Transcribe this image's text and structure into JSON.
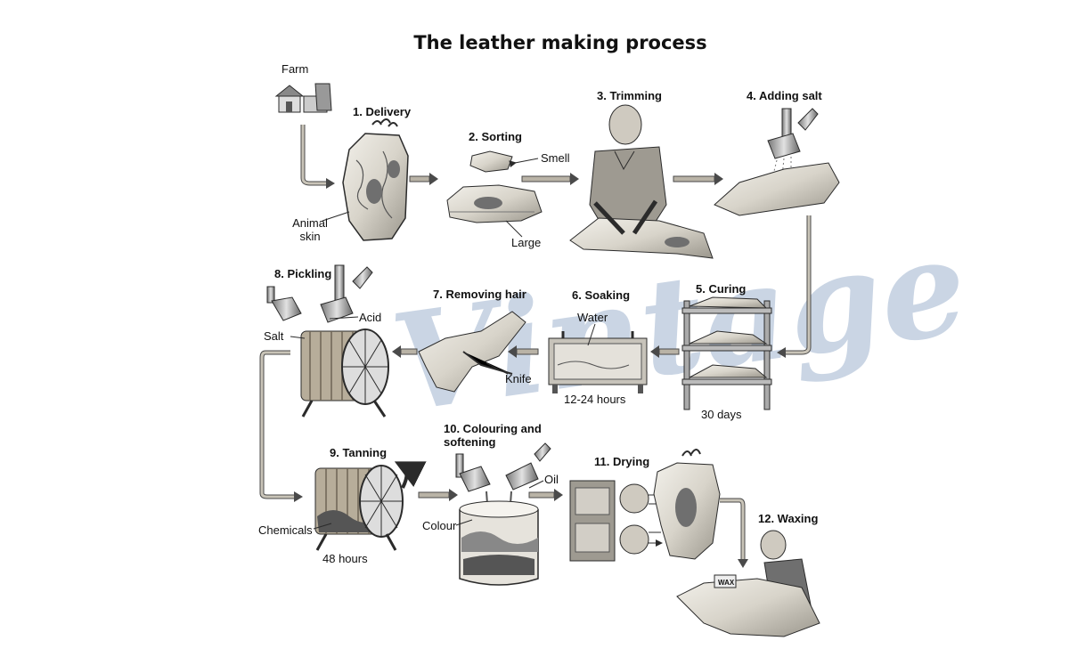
{
  "title": "The leather making process",
  "steps": [
    {
      "label": "1. Delivery"
    },
    {
      "label": "2. Sorting"
    },
    {
      "label": "3. Trimming"
    },
    {
      "label": "4. Adding salt"
    },
    {
      "label": "5. Curing"
    },
    {
      "label": "6. Soaking"
    },
    {
      "label": "7. Removing hair"
    },
    {
      "label": "8. Pickling"
    },
    {
      "label": "9. Tanning"
    },
    {
      "label": "10. Colouring and softening"
    },
    {
      "label": "11. Drying"
    },
    {
      "label": "12. Waxing"
    }
  ],
  "annotations": {
    "farm": "Farm",
    "animal_skin": "Animal skin",
    "smell": "Smell",
    "large": "Large",
    "curing_time": "30 days",
    "water": "Water",
    "soaking_time": "12-24 hours",
    "knife": "Knife",
    "acid": "Acid",
    "salt": "Salt",
    "chemicals": "Chemicals",
    "tanning_time": "48 hours",
    "oil": "Oil",
    "colour": "Colour",
    "wax": "WAX"
  },
  "watermark": "Vintage",
  "colors": {
    "arrow_fill": "#b9b3a6",
    "arrow_stroke": "#4a4a4a",
    "ink": "#2b2b2b",
    "hide_light": "#e9e6df",
    "hide_dark": "#6f6f6f",
    "watermark": "#b9c8dc"
  }
}
